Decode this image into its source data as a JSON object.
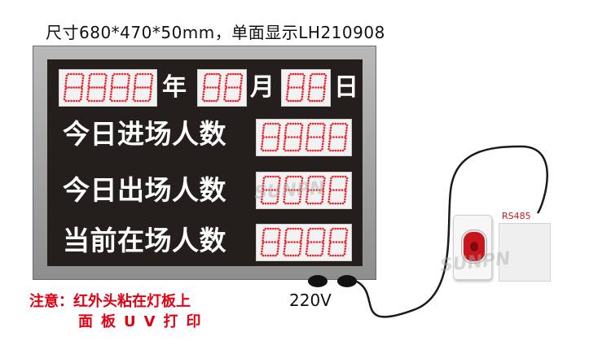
{
  "spec_line": "尺寸680*470*50mm，单面显示LH210908",
  "board": {
    "date_units": {
      "year": "年",
      "month": "月",
      "day": "日"
    },
    "rows": [
      {
        "label": "今日进场人数"
      },
      {
        "label": "今日出场人数"
      },
      {
        "label": "当前在场人数"
      }
    ],
    "digit_char": "8",
    "led_color": "#e8202a"
  },
  "power_label": "220V",
  "rs485_label": "RS485",
  "note": {
    "line1": "注意：红外头粘在灯板上",
    "line2": "面板UV打印"
  },
  "colors": {
    "board_bg": "#241e1d",
    "frame": "#a3a3a3",
    "note_red": "#e40012",
    "button_red": "#c9161d"
  }
}
